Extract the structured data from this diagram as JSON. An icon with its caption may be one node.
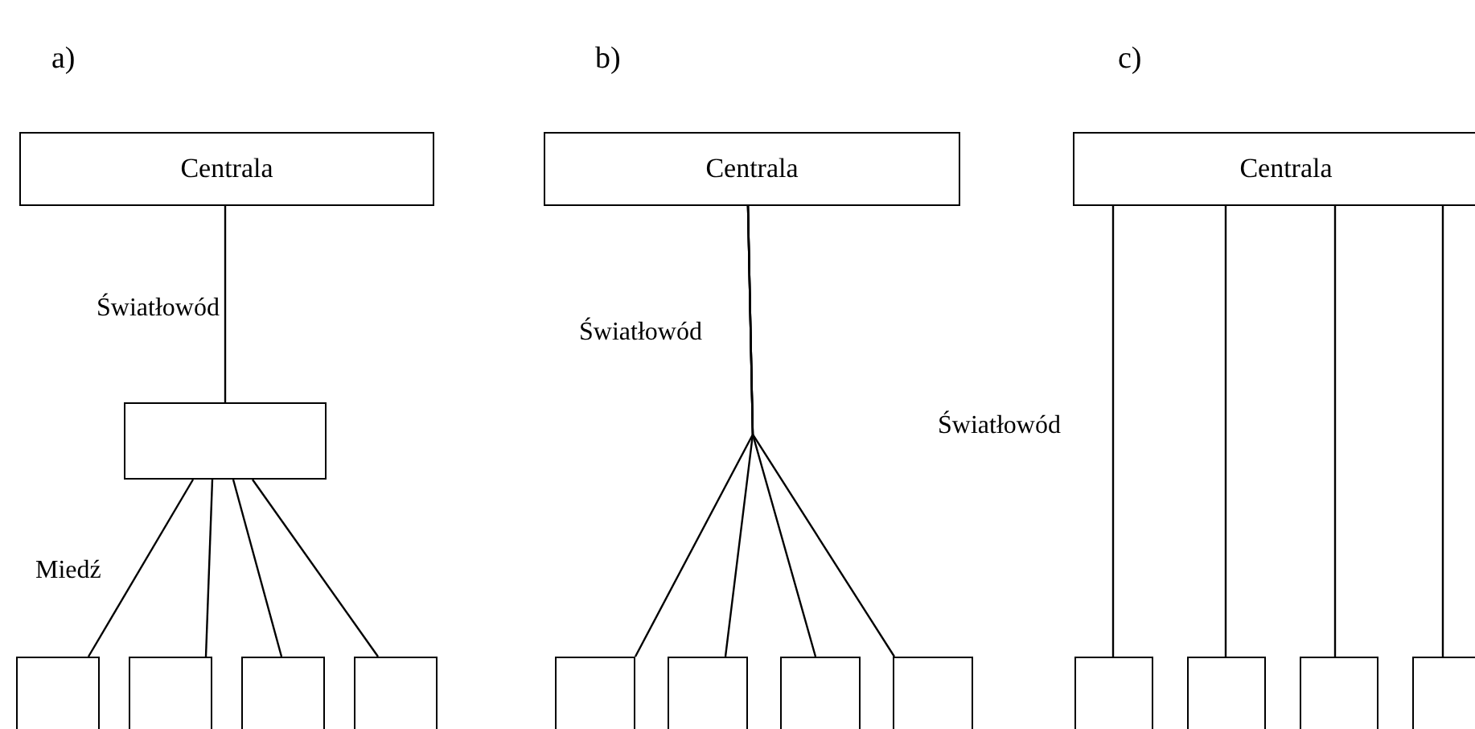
{
  "diagram": {
    "nodes": [
      {
        "text": [
          "Centrala"
        ]
      },
      {
        "text": [],
        "shape": "box"
      },
      {
        "text": [],
        "shape": "box"
      },
      {
        "text": [],
        "shape": "box"
      },
      {
        "text": [],
        "shape": "box"
      },
      {
        "text": [],
        "shape": "box"
      },
      {
        "text": [
          "Centrala"
        ]
      },
      {
        "text": [],
        "shape": "box"
      },
      {
        "text": [],
        "shape": "box"
      },
      {
        "text": [],
        "shape": "box"
      },
      {
        "text": [],
        "shape": "box"
      },
      {
        "text": [
          "Centrala"
        ]
      },
      {
        "text": [],
        "shape": "box"
      },
      {
        "text": [],
        "shape": "box"
      },
      {
        "text": [],
        "shape": "box"
      },
      {
        "text": [],
        "shape": "box"
      }
    ],
    "edges": [
      {
        "from": 0,
        "to": 1,
        "arrow": "none",
        "label": "Światłowód"
      },
      {
        "from": 1,
        "to": 2,
        "arrow": "none",
        "label": "Miedź"
      },
      {
        "from": 1,
        "to": 3,
        "arrow": "none"
      },
      {
        "from": 1,
        "to": 4,
        "arrow": "none"
      },
      {
        "from": 1,
        "to": 5,
        "arrow": "none"
      },
      {
        "from": 6,
        "to": 7,
        "arrow": "none",
        "label": "Światłowód"
      },
      {
        "from": 6,
        "to": 8,
        "arrow": "none"
      },
      {
        "from": 6,
        "to": 9,
        "arrow": "none"
      },
      {
        "from": 6,
        "to": 10,
        "arrow": "none"
      },
      {
        "from": 11,
        "to": 12,
        "arrow": "none",
        "label": "Światłowód"
      },
      {
        "from": 11,
        "to": 13,
        "arrow": "none"
      },
      {
        "from": 11,
        "to": 14,
        "arrow": "none"
      },
      {
        "from": 11,
        "to": 15,
        "arrow": "none"
      }
    ],
    "labels": [
      "a)",
      "b)",
      "c)"
    ]
  }
}
